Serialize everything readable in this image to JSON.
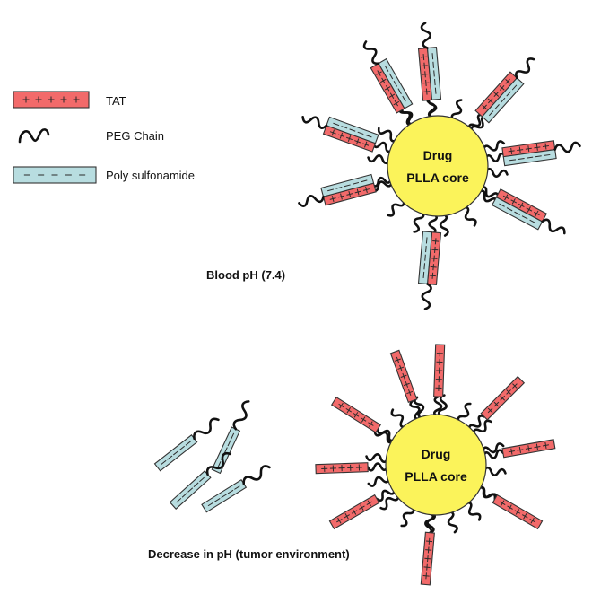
{
  "legend": {
    "tat": "TAT",
    "peg": "PEG Chain",
    "poly": "Poly sulfonamide"
  },
  "top": {
    "core_line1": "Drug",
    "core_line2": "PLLA core",
    "caption": "Blood pH (7.4)"
  },
  "bottom": {
    "core_line1": "Drug",
    "core_line2": "PLLA core",
    "caption": "Decrease in pH (tumor environment)"
  },
  "colors": {
    "tat_fill": "#f26a6a",
    "poly_fill": "#b8dde0",
    "core_fill": "#fbf35a",
    "chain": "#111111"
  }
}
